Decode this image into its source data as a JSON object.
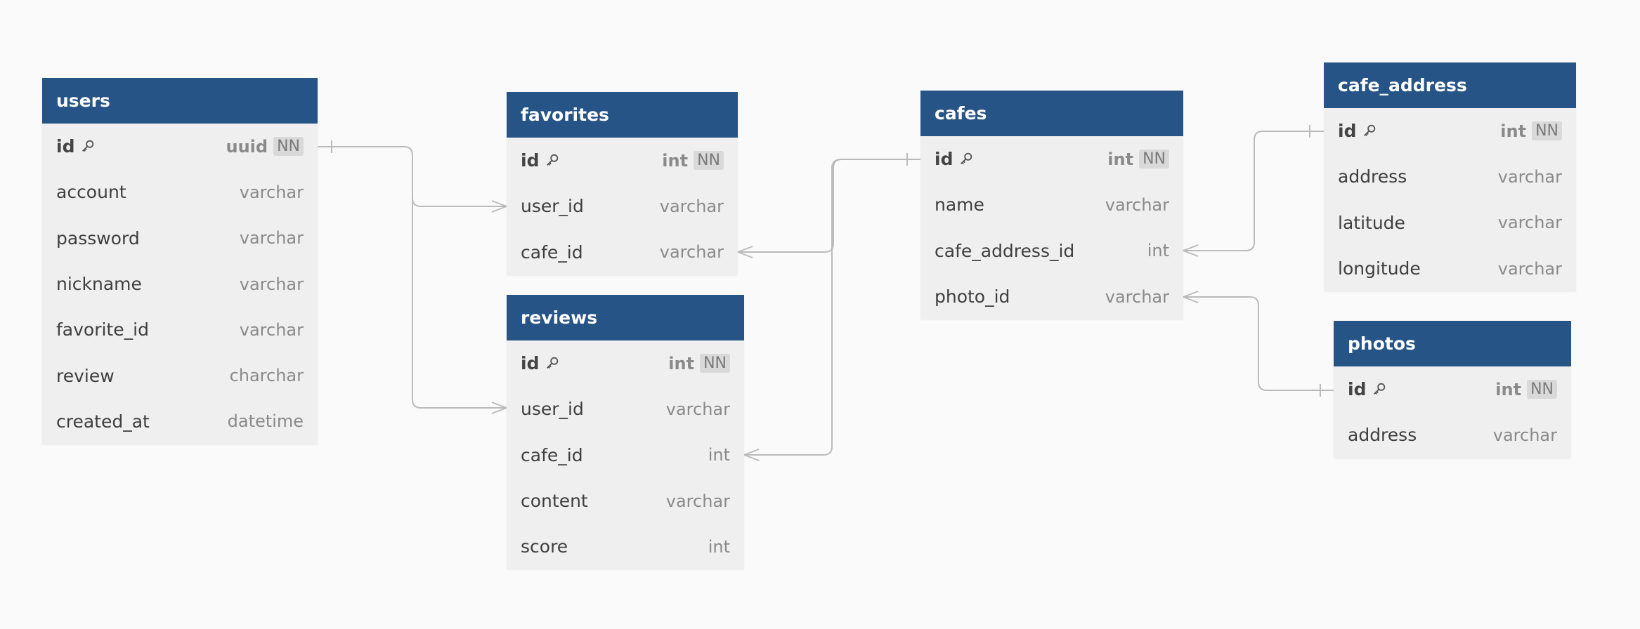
{
  "colors": {
    "header_bg": "#265486",
    "header_text": "#ffffff",
    "row_bg": "#efefef",
    "canvas_bg": "#fafafa",
    "connector": "#bbbbbb"
  },
  "tables": {
    "users": {
      "name": "users",
      "columns": [
        {
          "name": "id",
          "type": "uuid",
          "pk": true,
          "nn": "NN"
        },
        {
          "name": "account",
          "type": "varchar"
        },
        {
          "name": "password",
          "type": "varchar"
        },
        {
          "name": "nickname",
          "type": "varchar"
        },
        {
          "name": "favorite_id",
          "type": "varchar"
        },
        {
          "name": "review",
          "type": "charchar"
        },
        {
          "name": "created_at",
          "type": "datetime"
        }
      ]
    },
    "favorites": {
      "name": "favorites",
      "columns": [
        {
          "name": "id",
          "type": "int",
          "pk": true,
          "nn": "NN"
        },
        {
          "name": "user_id",
          "type": "varchar"
        },
        {
          "name": "cafe_id",
          "type": "varchar"
        }
      ]
    },
    "reviews": {
      "name": "reviews",
      "columns": [
        {
          "name": "id",
          "type": "int",
          "pk": true,
          "nn": "NN"
        },
        {
          "name": "user_id",
          "type": "varchar"
        },
        {
          "name": "cafe_id",
          "type": "int"
        },
        {
          "name": "content",
          "type": "varchar"
        },
        {
          "name": "score",
          "type": "int"
        }
      ]
    },
    "cafes": {
      "name": "cafes",
      "columns": [
        {
          "name": "id",
          "type": "int",
          "pk": true,
          "nn": "NN"
        },
        {
          "name": "name",
          "type": "varchar"
        },
        {
          "name": "cafe_address_id",
          "type": "int"
        },
        {
          "name": "photo_id",
          "type": "varchar"
        }
      ]
    },
    "cafe_address": {
      "name": "cafe_address",
      "columns": [
        {
          "name": "id",
          "type": "int",
          "pk": true,
          "nn": "NN"
        },
        {
          "name": "address",
          "type": "varchar"
        },
        {
          "name": "latitude",
          "type": "varchar"
        },
        {
          "name": "longitude",
          "type": "varchar"
        }
      ]
    },
    "photos": {
      "name": "photos",
      "columns": [
        {
          "name": "id",
          "type": "int",
          "pk": true,
          "nn": "NN"
        },
        {
          "name": "address",
          "type": "varchar"
        }
      ]
    }
  },
  "relations": [
    {
      "from": "users.id",
      "to": "favorites.user_id",
      "from_card": "one",
      "to_card": "many"
    },
    {
      "from": "users.id",
      "to": "reviews.user_id",
      "from_card": "one",
      "to_card": "many"
    },
    {
      "from": "cafes.id",
      "to": "favorites.cafe_id",
      "from_card": "one",
      "to_card": "many"
    },
    {
      "from": "cafes.id",
      "to": "reviews.cafe_id",
      "from_card": "one",
      "to_card": "many"
    },
    {
      "from": "cafe_address.id",
      "to": "cafes.cafe_address_id",
      "from_card": "one",
      "to_card": "many"
    },
    {
      "from": "photos.id",
      "to": "cafes.photo_id",
      "from_card": "one",
      "to_card": "many"
    }
  ]
}
